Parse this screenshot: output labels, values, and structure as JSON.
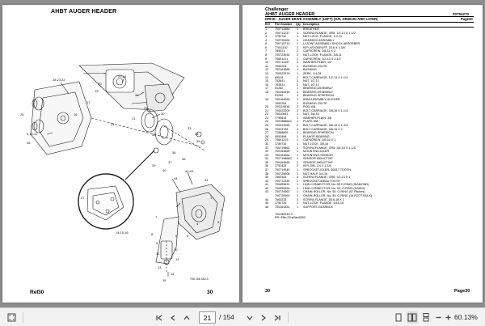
{
  "left_page": {
    "title": "AHBT AUGER HEADER",
    "ref_label": "Ref",
    "ref_number": "30",
    "page_number": "30",
    "drawing_code": "700 156 340-3",
    "callouts": [
      "28,23,22",
      "29,18",
      "31",
      "31",
      "30",
      "32",
      "33",
      "34",
      "35",
      "36",
      "37",
      "38",
      "39",
      "40",
      "42,43",
      "44",
      "41",
      "1",
      "2",
      "3",
      "4",
      "5",
      "6",
      "7",
      "8",
      "9",
      "10",
      "11",
      "12",
      "13",
      "14",
      "15",
      "16",
      "17",
      "19",
      "20",
      "21",
      "24",
      "25",
      "26",
      "27",
      "14,15,16",
      "9,10,11",
      "25,21,22"
    ]
  },
  "right_page": {
    "brand": "Challenger",
    "title": "AHBT AUGER HEADER",
    "code": "00754270",
    "subtitle": "DRIVE - AUGER DRIVE ASSEMBLY (LEFT) (S.N. HR60191 AND LATER)",
    "page_ref": "Page30",
    "columns": [
      "Ref",
      "Part Number",
      "Qty",
      "Description"
    ],
    "parts": [
      [
        "1",
        "700712880",
        "2",
        "BREATHER"
      ],
      [
        "2",
        "700711237",
        "1",
        "SCREW-FLANGE, GR8, 1/2-13 X 1-1/2"
      ],
      [
        "3",
        "1750742",
        "1",
        "NUT-LOCK, FLANGE, 1/2-13"
      ],
      [
        "4",
        "700720600",
        "1",
        "GEARBOX ASSEMBLY"
      ],
      [
        "5",
        "700715713",
        "1",
        "U-JOINT ASSEMBLY-SHOCK ABSORBER"
      ],
      [
        "6",
        "77611167",
        "2",
        "KEY-WOODRUFF, 3/16 X 1-3/8"
      ],
      [
        "7",
        "785021",
        "2",
        "CAPSCREW, 3/8-11 X 3"
      ],
      [
        "8",
        "700723932",
        "2",
        "NUT-LOCK, FLANGE, 3/8-11"
      ],
      [
        "9",
        "70601211",
        "1",
        "CAPSCREW, 1/2-13 X 2-1/2"
      ],
      [
        "10",
        "700711397",
        "2",
        "WASHER-PLAIN, 1/2"
      ],
      [
        "11",
        "7652254",
        "1",
        "BUSHING-OILITE"
      ],
      [
        "12",
        "700164585",
        "1",
        "BUSHING"
      ],
      [
        "13",
        "700023279",
        "1",
        "ZERK, 1/4-28"
      ],
      [
        "14",
        "69519",
        "2",
        "BOLT-CARRIAGE, 1/2-13 X 1-1/4"
      ],
      [
        "15",
        "752641",
        "3",
        "NUT, 1/2-13"
      ],
      [
        "16",
        "784531",
        "2",
        "NUT, 1/2-13"
      ],
      [
        "17",
        "51282",
        "1",
        "BEARING ASSEMBLY"
      ],
      [
        "18",
        "700164415",
        "1",
        "BEARING ASSEMBLY"
      ],
      [
        "",
        "51282",
        "1",
        "BEARING-SPHERICAL"
      ],
      [
        "19",
        "700164583",
        "1",
        "ARM ASSEMBLY-HUGGER"
      ],
      [
        "",
        "7652254",
        "1",
        "BUSHING-OILITE"
      ],
      [
        "20",
        "700110518",
        "2",
        "ROD-WA"
      ],
      [
        "21",
        "700023209",
        "2",
        "BOLT-CARRIAGE, 3/8-16 X 1-1/4"
      ],
      [
        "22",
        "70610893",
        "1",
        "NUT, 3/8-16"
      ],
      [
        "23",
        "7795633",
        "1",
        "WASHER-PLAIN, 3/8"
      ],
      [
        "24",
        "700158864C",
        "1",
        "PLATE-WA"
      ],
      [
        "25",
        "700023265",
        "2",
        "BOLT-CARRIAGE, 3/8-16 X 1-3/4"
      ],
      [
        "26",
        "70023786",
        "4",
        "BOLT-CARRIAGE, 3/8-16 X 2"
      ],
      [
        "27",
        "71588605",
        "1",
        "BEARING-SPHERICAL"
      ],
      [
        "28",
        "5053498",
        "1",
        "FLANGE-BEARING"
      ],
      [
        "29",
        "70601219",
        "1",
        "CAPSCREW, 3/8-16 X 1"
      ],
      [
        "30",
        "1750734",
        "1",
        "NUT-LOCK, 3/8-16"
      ],
      [
        "31",
        "700719862",
        "1",
        "SCREW-FLANGE, GR8, 3/8-16 X 1-1/4"
      ],
      [
        "32",
        "700164665",
        "1",
        "MOUNTING-IDLER"
      ],
      [
        "33",
        "700164664",
        "1",
        "MOUNTING-SENSOR"
      ],
      [
        "34",
        "700719868C",
        "1",
        "SENSOR-INDUCTIVE"
      ],
      [
        "35",
        "700164665",
        "2",
        "SENSOR-INDUCTIVE"
      ],
      [
        "36",
        "1751424",
        "2",
        "KEY-GIB, 1/4 X 1-1/4"
      ],
      [
        "37",
        "700719540",
        "1",
        "SPROCKET-IDLER, 50B17 TOOTH"
      ],
      [
        "38",
        "700725606",
        "1",
        "NUT-HALF, 3/4-16"
      ],
      [
        "39",
        "7663404",
        "4",
        "SCREW-FLANGE, GR8, 1/2-13 X 1"
      ],
      [
        "40",
        "700772349",
        "1",
        "SPROCKET-50B16 TOOTH"
      ],
      [
        "41",
        "700659631",
        "1",
        "LINK-CONNECTOR, No. 50 O-RING (DIAMOND)"
      ],
      [
        "42",
        "700659650",
        "1",
        "LINK-CONNECTOR, No. 50, O-RING (DAIDO)"
      ],
      [
        "43",
        "700724963",
        "1",
        "CHAIN-ROLLER, No. 50, O-RING (57 Pitches)"
      ],
      [
        "",
        "700720963",
        "1",
        "CHAIN-ROLLER, No. 50, O-RING (18 FOOT BULK)"
      ],
      [
        "44",
        "7663233",
        "2",
        "SCREW-FLANGE, 5/16-18 X 1"
      ],
      [
        "45",
        "1750725",
        "1",
        "NUT-LOCK, FLANGE, 5/16-18"
      ],
      [
        "46",
        "700161831",
        "1",
        "SUPPORT-GEARBOX"
      ],
      [
        "",
        "",
        "",
        ""
      ],
      [
        "",
        "700155240-3",
        "",
        ""
      ],
      [
        "",
        "PR: 95th,22nd3au0052",
        "",
        ""
      ]
    ],
    "footer_left": "30",
    "footer_right": "Page30"
  },
  "toolbar": {
    "current_page": "21",
    "total_pages": "/ 154",
    "zoom": "60.13%",
    "icons": [
      "fit-page-icon",
      "page-down-icon",
      "page-up-icon",
      "first-page-icon",
      "previous-page-icon",
      "next-page-icon",
      "last-page-icon",
      "single-page-icon",
      "two-page-icon",
      "continuous-icon",
      "zoom-out-icon",
      "zoom-in-icon"
    ]
  }
}
